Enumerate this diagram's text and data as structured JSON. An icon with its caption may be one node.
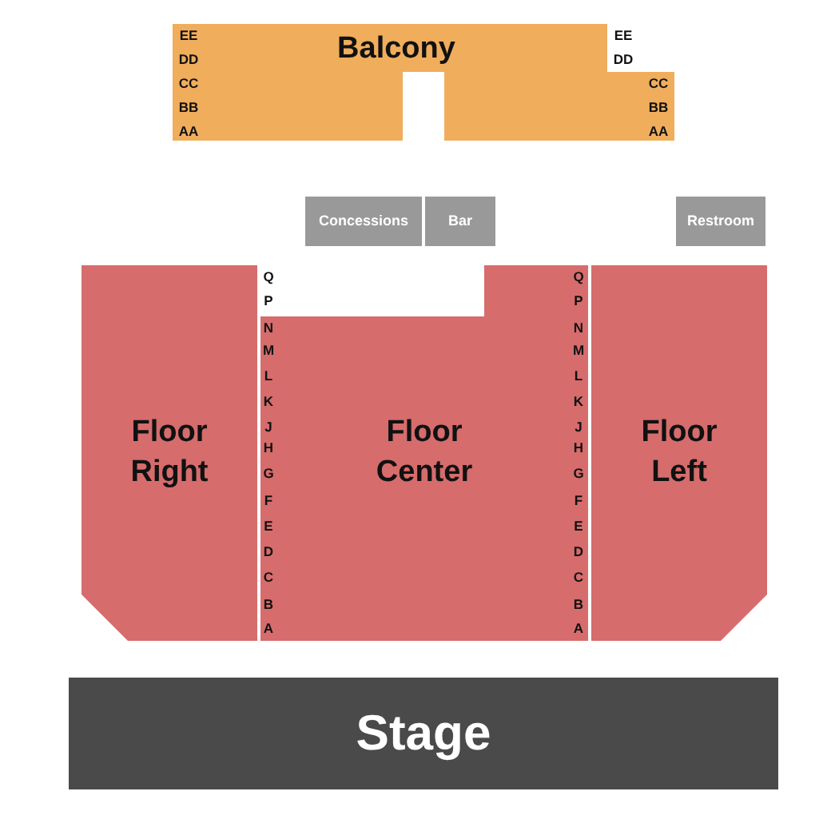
{
  "diagram": {
    "nodes": [
      {
        "text": [
          "Balcony"
        ]
      },
      {
        "text": [
          "Concessions"
        ]
      },
      {
        "text": [
          "Bar"
        ]
      },
      {
        "text": [
          "Restroom"
        ]
      },
      {
        "text": [
          "Floor Right"
        ]
      },
      {
        "text": [
          "Floor Center"
        ]
      },
      {
        "text": [
          "Floor Left"
        ]
      },
      {
        "text": [
          "Stage"
        ]
      }
    ],
    "labels": [
      "EE",
      "DD",
      "CC",
      "BB",
      "AA",
      "EE",
      "DD",
      "CC",
      "BB",
      "AA",
      "Q",
      "P",
      "N",
      "M",
      "L",
      "K",
      "J",
      "H",
      "G",
      "F",
      "E",
      "D",
      "C",
      "B",
      "A",
      "Q",
      "P",
      "N",
      "M",
      "L",
      "K",
      "J",
      "H",
      "G",
      "F",
      "E",
      "D",
      "C",
      "B",
      "A"
    ]
  }
}
